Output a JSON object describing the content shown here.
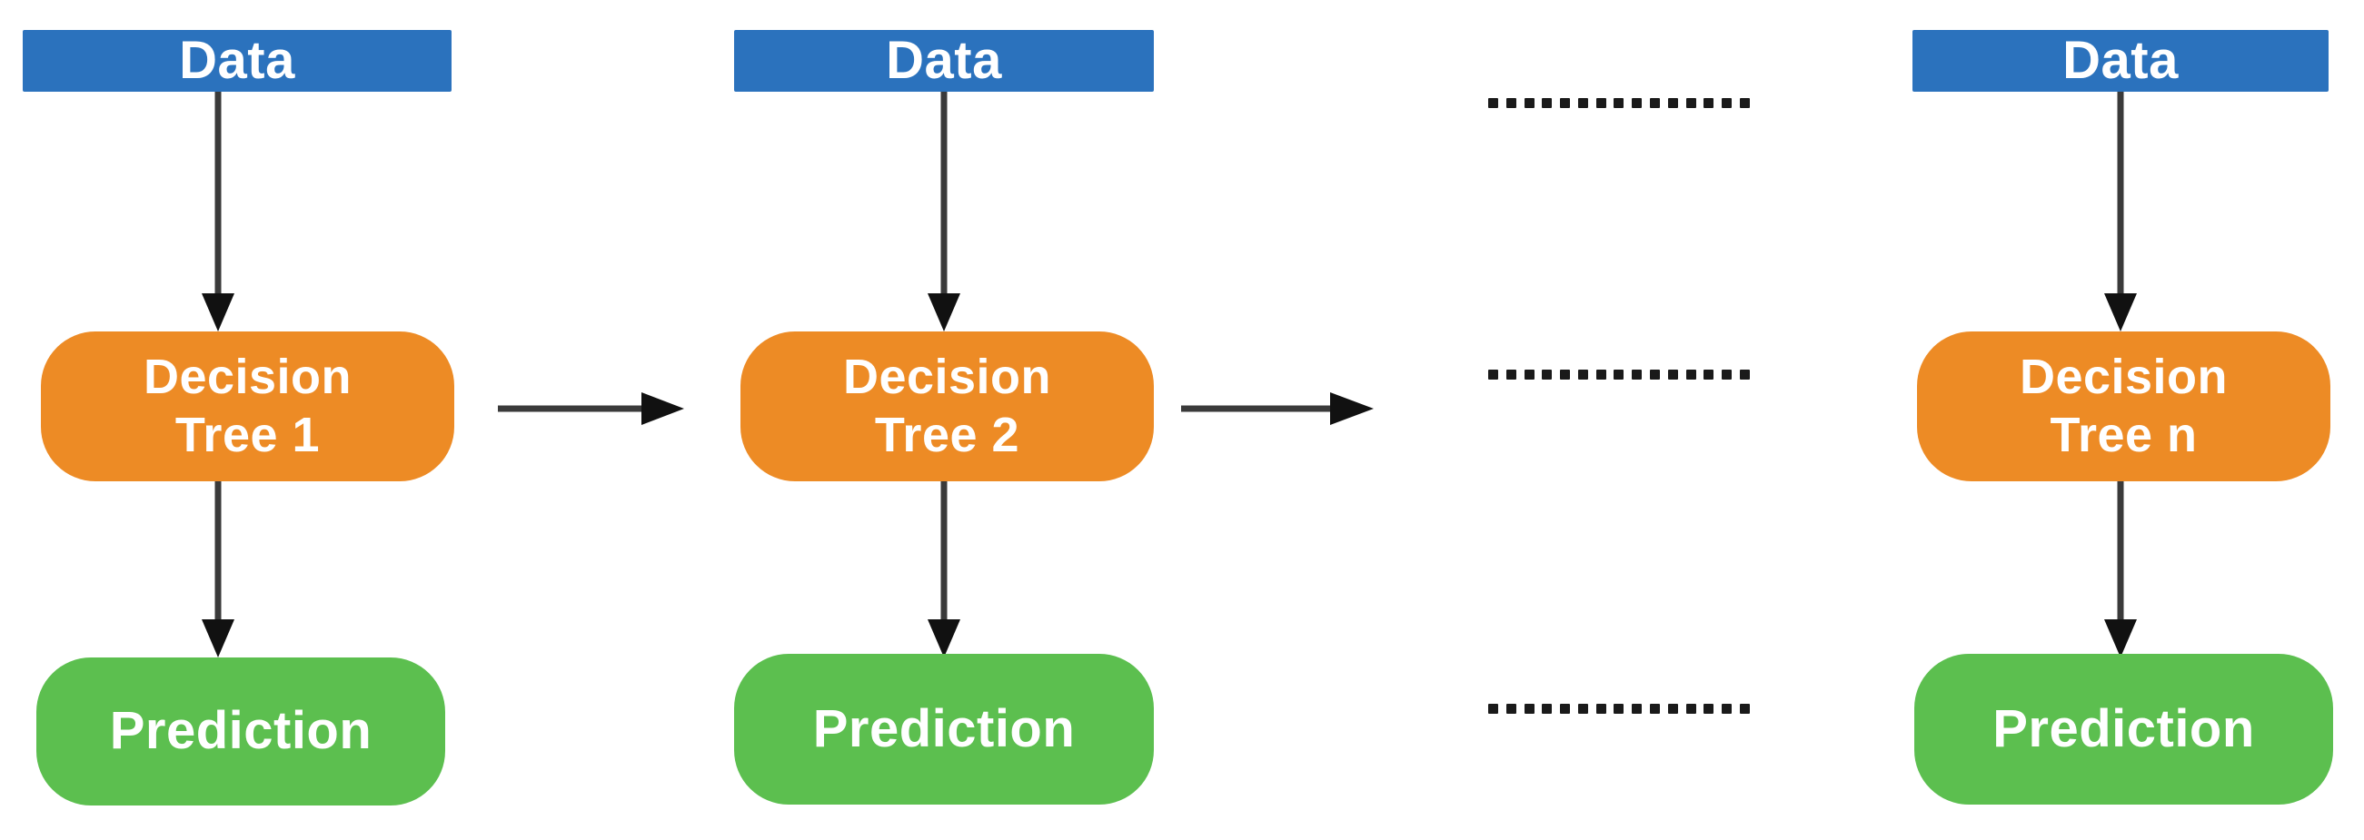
{
  "diagram": {
    "title": "Random Forest ensemble flow",
    "colors": {
      "data_box": "#2B72BD",
      "tree_box": "#ED8B25",
      "prediction_box": "#5CBF4F",
      "arrow": "#3a3a3a",
      "dot": "#1a1a1a",
      "background": "#ffffff",
      "text": "#ffffff"
    },
    "columns": [
      {
        "id": "column-1",
        "data_label": "Data",
        "tree_label": "Decision\nTree 1",
        "prediction_label": "Prediction"
      },
      {
        "id": "column-2",
        "data_label": "Data",
        "tree_label": "Decision\nTree 2",
        "prediction_label": "Prediction"
      },
      {
        "id": "column-ellipsis",
        "data_label": "",
        "tree_label": "",
        "prediction_label": ""
      },
      {
        "id": "column-n",
        "data_label": "Data",
        "tree_label": "Decision\nTree n",
        "prediction_label": "Prediction"
      }
    ],
    "ellipsis": {
      "dot_count": 15,
      "rows": [
        "top-ellipsis",
        "middle-ellipsis",
        "bottom-ellipsis"
      ]
    },
    "connectors": {
      "vertical_label": "",
      "horizontal_label": ""
    }
  }
}
